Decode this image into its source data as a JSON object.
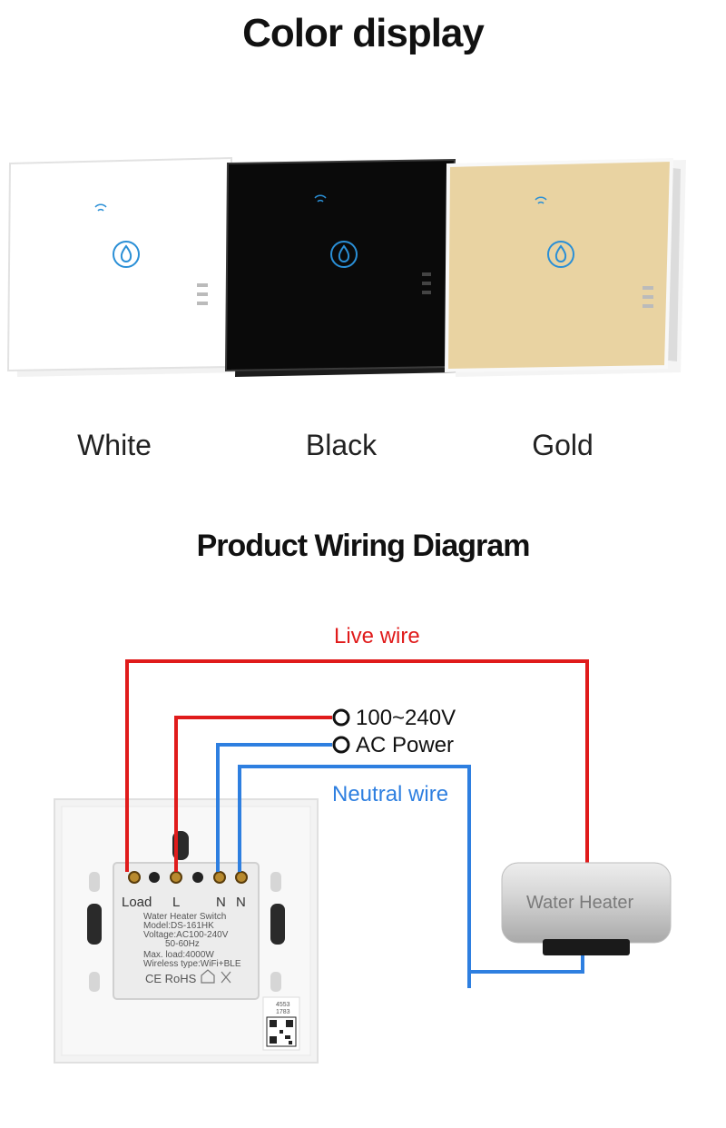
{
  "color_section": {
    "title": "Color display",
    "variants": [
      {
        "name": "White",
        "face": "#ffffff",
        "edge": "#e6e6e6"
      },
      {
        "name": "Black",
        "face": "#0a0a0a",
        "edge": "#2a2a2a"
      },
      {
        "name": "Gold",
        "face": "#e9d3a2",
        "edge": "#f6f6f6"
      }
    ],
    "icon_color": "#2a8fd6"
  },
  "wiring_section": {
    "title": "Product Wiring Diagram",
    "live_wire_label": "Live wire",
    "neutral_wire_label": "Neutral wire",
    "power_voltage_label": "100~240V",
    "power_type_label": "AC Power",
    "terminal_labels": {
      "load": "Load",
      "l": "L",
      "n1": "N",
      "n2": "N"
    },
    "module_text": {
      "line1": "Water Heater Switch",
      "line2": "Model:DS-161HK",
      "line3": "Voltage:AC100-240V",
      "line4": "50-60Hz",
      "line5": "Max. load:4000W",
      "line6": "Wireless type:WiFi+BLE",
      "marks": "CE RoHS",
      "code1": "4553",
      "code2": "1783"
    },
    "heater_label": "Water Heater",
    "colors": {
      "live": "#e01b1b",
      "neutral": "#2e7fe0"
    }
  }
}
